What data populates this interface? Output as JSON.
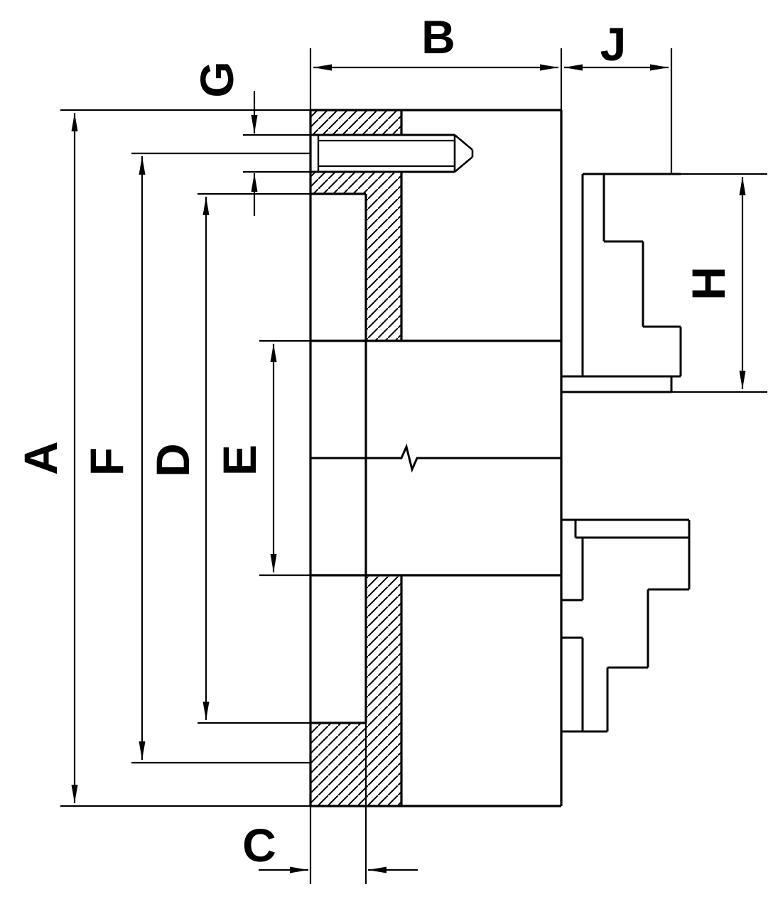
{
  "drawing": {
    "background": "#ffffff",
    "line_color": "#000000",
    "labels": {
      "A": "A",
      "B": "B",
      "C": "C",
      "D": "D",
      "E": "E",
      "F": "F",
      "G": "G",
      "H": "H",
      "J": "J"
    }
  }
}
